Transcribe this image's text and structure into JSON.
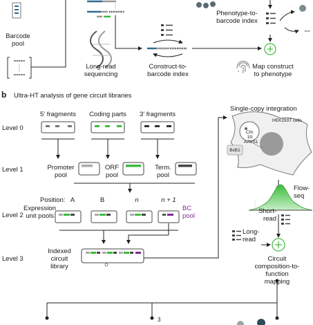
{
  "top": {
    "barcode_pool": "Barcode pool",
    "long_read": "Long-read sequencing",
    "construct_index": "Construct-to-barcode index",
    "phenotype_index": "Phenotype-to-barcode index",
    "map": "Map construct to phenotype"
  },
  "panel_b": {
    "letter": "b",
    "title": "Ultra-HT analysis of gene circuit libraries",
    "col_5p": "5′ fragments",
    "col_coding": "Coding parts",
    "col_3p": "3′ fragments",
    "level0": "Level 0",
    "level1": "Level 1",
    "level2": "Level 2",
    "level3": "Level 3",
    "promoter_pool": "Promoter pool",
    "orf_pool": "ORF pool",
    "term_pool": "Term. pool",
    "position": "Position:",
    "pos_a": "A",
    "pos_b": "B",
    "pos_n": "n",
    "pos_n1": "n + 1",
    "expression_pools": "Expression unit pools",
    "bc_pool": "BC pool",
    "indexed_library": "Indexed circuit library",
    "single_copy": "Single-copy integration",
    "hek": "HEK293T cells",
    "chr": "Chr. 19: AAVS1",
    "bxb1": "BxB1",
    "flowseq": "Flow-seq",
    "short_read": "Short-read",
    "long_read2": "Long-read",
    "mapping": "Circuit composition-to-function mapping",
    "superscript": "3",
    "colors": {
      "green": "#3dbb3d",
      "purple": "#7b2d8e",
      "gray": "#9a9a9a",
      "blue": "#2c6a8f"
    }
  }
}
